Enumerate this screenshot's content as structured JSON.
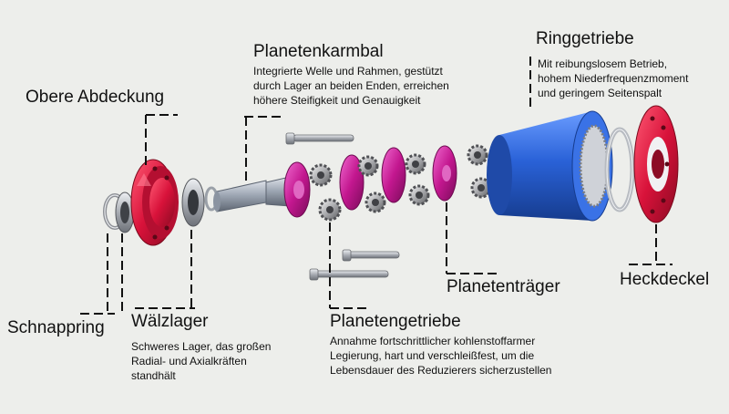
{
  "labels": {
    "planetenkarmbal": {
      "title": "Planetenkarmbal",
      "desc": [
        "Integrierte Welle und Rahmen, gestützt",
        "durch Lager an beiden Enden, erreichen",
        "höhere Steifigkeit und Genauigkeit"
      ]
    },
    "ringgetriebe": {
      "title": "Ringgetriebe",
      "desc": [
        "Mit reibungslosem Betrieb,",
        "hohem Niederfrequenzmoment",
        "und geringem Seitenspalt"
      ]
    },
    "obere_abdeckung": {
      "title": "Obere Abdeckung"
    },
    "schnappring": {
      "title": "Schnappring"
    },
    "waelzlager": {
      "title": "Wälzlager",
      "desc": [
        "Schweres Lager, das großen",
        "Radial- und Axialkräften",
        "standhält"
      ]
    },
    "planetengetriebe": {
      "title": "Planetengetriebe",
      "desc": [
        "Annahme fortschrittlicher kohlenstoffarmer",
        "Legierung, hart und verschleißfest, um die",
        "Lebensdauer des Reduzierers sicherzustellen"
      ]
    },
    "planetentraeger": {
      "title": "Planetenträger"
    },
    "heckdeckel": {
      "title": "Heckdeckel"
    }
  },
  "colors": {
    "background": "#edeeeb",
    "cover_red": "#d8123a",
    "carrier_magenta": "#c3178f",
    "ring_blue": "#2a62d8",
    "metal": "#b9bcc2"
  }
}
